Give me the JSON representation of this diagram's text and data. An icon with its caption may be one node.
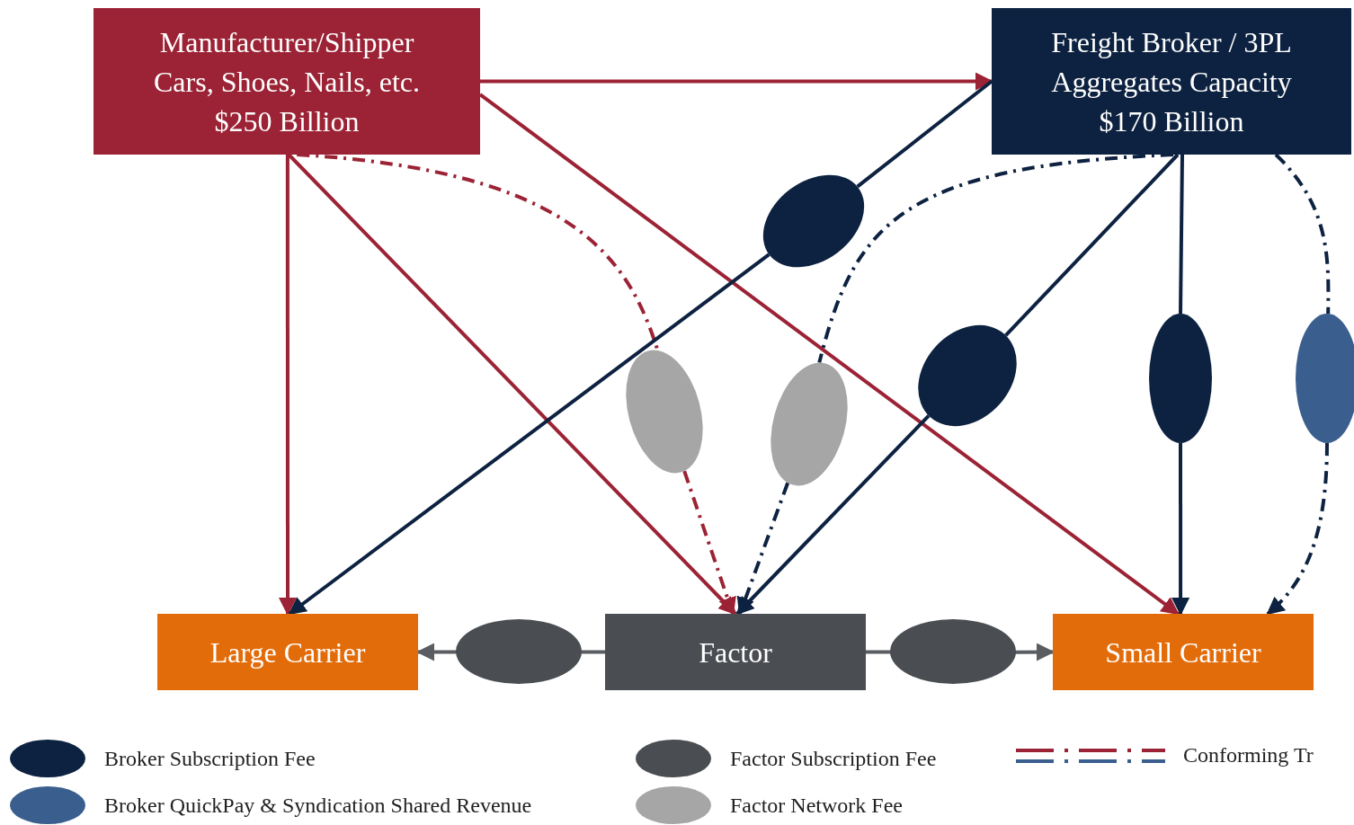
{
  "diagram": {
    "nodes": [
      {
        "text": [
          "Manufacturer/Shipper Cars, Shoes, Nails, etc. $250 Billion"
        ]
      },
      {
        "text": [
          "Freight Broker / 3PL Aggregates Capacity $170 Billion"
        ]
      },
      {
        "text": [
          "Large Carrier"
        ]
      },
      {
        "text": [
          "Factor"
        ]
      },
      {
        "text": [
          "Small Carrier"
        ]
      },
      {
        "text": [],
        "shape": "ellipse"
      },
      {
        "text": [],
        "shape": "ellipse"
      },
      {
        "text": [],
        "shape": "ellipse"
      },
      {
        "text": [],
        "shape": "ellipse"
      },
      {
        "text": [],
        "shape": "ellipse"
      },
      {
        "text": [],
        "shape": "ellipse"
      },
      {
        "text": [],
        "shape": "ellipse"
      },
      {
        "text": [],
        "shape": "ellipse"
      }
    ],
    "edges": [
      {
        "from": 0,
        "to": 1,
        "arrow": "to",
        "color": "#9b2335"
      },
      {
        "from": 0,
        "to": 2,
        "arrow": "to",
        "color": "#9b2335"
      },
      {
        "from": 0,
        "to": 3,
        "arrow": "to",
        "color": "#9b2335"
      },
      {
        "from": 0,
        "to": 4,
        "arrow": "to",
        "color": "#9b2335"
      },
      {
        "from": 0,
        "to": 6,
        "arrow": "none",
        "style": "dashed",
        "color": "#9b2335"
      },
      {
        "from": 6,
        "to": 3,
        "arrow": "to",
        "style": "dashed",
        "color": "#9b2335"
      },
      {
        "from": 1,
        "to": 5,
        "arrow": "none",
        "color": "#0d2240"
      },
      {
        "from": 5,
        "to": 2,
        "arrow": "to",
        "color": "#0d2240"
      },
      {
        "from": 1,
        "to": 7,
        "arrow": "none",
        "style": "dashed",
        "color": "#0d2240"
      },
      {
        "from": 7,
        "to": 3,
        "arrow": "to",
        "style": "dashed",
        "color": "#0d2240"
      },
      {
        "from": 1,
        "to": 8,
        "arrow": "none",
        "color": "#0d2240"
      },
      {
        "from": 8,
        "to": 3,
        "arrow": "to",
        "color": "#0d2240"
      },
      {
        "from": 1,
        "to": 9,
        "arrow": "none",
        "color": "#0d2240"
      },
      {
        "from": 9,
        "to": 4,
        "arrow": "to",
        "color": "#0d2240"
      },
      {
        "from": 1,
        "to": 10,
        "arrow": "none",
        "style": "dashed",
        "color": "#0d2240"
      },
      {
        "from": 10,
        "to": 4,
        "arrow": "to",
        "style": "dashed",
        "color": "#0d2240"
      },
      {
        "from": 3,
        "to": 11,
        "arrow": "none",
        "color": "#5a5d62"
      },
      {
        "from": 11,
        "to": 2,
        "arrow": "to",
        "color": "#5a5d62"
      },
      {
        "from": 3,
        "to": 12,
        "arrow": "none",
        "color": "#5a5d62"
      },
      {
        "from": 12,
        "to": 4,
        "arrow": "to",
        "color": "#5a5d62"
      }
    ],
    "legend": [
      {
        "text": "Broker Subscription Fee",
        "color": "#0d2240"
      },
      {
        "text": "Broker QuickPay & Syndication Shared Revenue",
        "color": "#3a5f8f"
      },
      {
        "text": "Factor Subscription Fee",
        "color": "#4a4d52"
      },
      {
        "text": "Factor Network Fee",
        "color": "#a6a6a6"
      },
      {
        "text": "Conforming Tr"
      }
    ]
  }
}
